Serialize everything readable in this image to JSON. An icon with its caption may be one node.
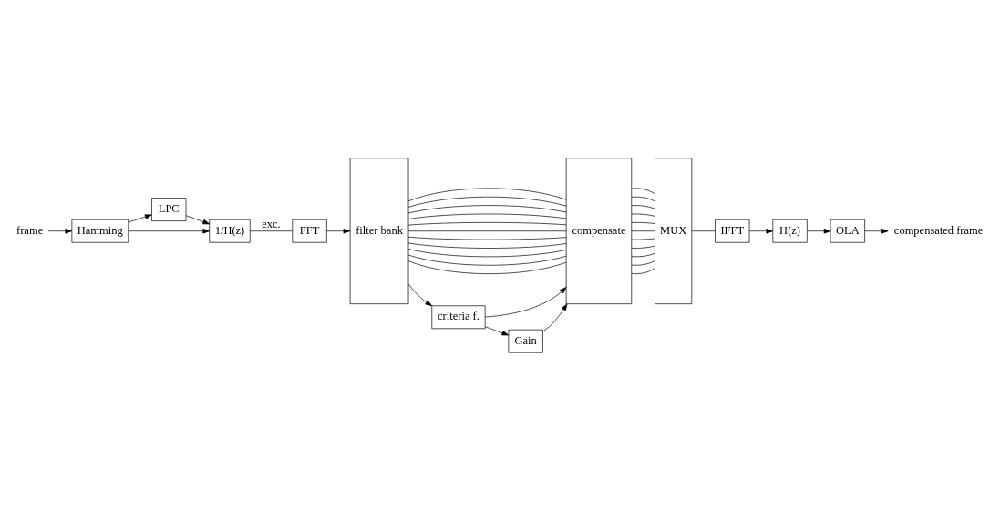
{
  "diagram": {
    "nodes": [
      {
        "text": [
          "frame"
        ]
      },
      {
        "text": [
          "Hamming"
        ]
      },
      {
        "text": [
          "LPC"
        ]
      },
      {
        "text": [
          "1/H(z)"
        ]
      },
      {
        "text": [
          "FFT"
        ]
      },
      {
        "text": [
          "filter bank"
        ]
      },
      {
        "text": [
          "compensate"
        ]
      },
      {
        "text": [
          "MUX"
        ]
      },
      {
        "text": [
          "criteria f."
        ]
      },
      {
        "text": [
          "Gain"
        ]
      },
      {
        "text": [
          "IFFT"
        ]
      },
      {
        "text": [
          "H(z)"
        ]
      },
      {
        "text": [
          "OLA"
        ]
      },
      {
        "text": [
          "compensated frame"
        ]
      }
    ],
    "edges": [
      {
        "from": 0,
        "to": 1,
        "arrow": "to"
      },
      {
        "from": 1,
        "to": 2,
        "arrow": "to"
      },
      {
        "from": 1,
        "to": 3,
        "arrow": "to"
      },
      {
        "from": 2,
        "to": 3,
        "arrow": "to"
      },
      {
        "from": 3,
        "to": 4,
        "arrow": "none",
        "label": "exc."
      },
      {
        "from": 4,
        "to": 5,
        "arrow": "to"
      },
      {
        "from": 5,
        "to": 8,
        "arrow": "to"
      },
      {
        "from": 8,
        "to": 9,
        "arrow": "to"
      },
      {
        "from": 8,
        "to": 6,
        "arrow": "to"
      },
      {
        "from": 9,
        "to": 6,
        "arrow": "to"
      },
      {
        "from": 5,
        "to": 6,
        "arrow": "none"
      },
      {
        "from": 5,
        "to": 6,
        "arrow": "none"
      },
      {
        "from": 5,
        "to": 6,
        "arrow": "none"
      },
      {
        "from": 5,
        "to": 6,
        "arrow": "none"
      },
      {
        "from": 5,
        "to": 6,
        "arrow": "none"
      },
      {
        "from": 5,
        "to": 6,
        "arrow": "none"
      },
      {
        "from": 5,
        "to": 6,
        "arrow": "none"
      },
      {
        "from": 5,
        "to": 6,
        "arrow": "none"
      },
      {
        "from": 5,
        "to": 6,
        "arrow": "none"
      },
      {
        "from": 5,
        "to": 6,
        "arrow": "none"
      },
      {
        "from": 5,
        "to": 6,
        "arrow": "none"
      },
      {
        "from": 6,
        "to": 7,
        "arrow": "none"
      },
      {
        "from": 6,
        "to": 7,
        "arrow": "none"
      },
      {
        "from": 6,
        "to": 7,
        "arrow": "none"
      },
      {
        "from": 6,
        "to": 7,
        "arrow": "none"
      },
      {
        "from": 6,
        "to": 7,
        "arrow": "none"
      },
      {
        "from": 6,
        "to": 7,
        "arrow": "none"
      },
      {
        "from": 6,
        "to": 7,
        "arrow": "none"
      },
      {
        "from": 6,
        "to": 7,
        "arrow": "none"
      },
      {
        "from": 6,
        "to": 7,
        "arrow": "none"
      },
      {
        "from": 6,
        "to": 7,
        "arrow": "none"
      },
      {
        "from": 6,
        "to": 7,
        "arrow": "none"
      },
      {
        "from": 7,
        "to": 10,
        "arrow": "none"
      },
      {
        "from": 10,
        "to": 11,
        "arrow": "to"
      },
      {
        "from": 11,
        "to": 12,
        "arrow": "to"
      },
      {
        "from": 12,
        "to": 13,
        "arrow": "to"
      }
    ]
  }
}
